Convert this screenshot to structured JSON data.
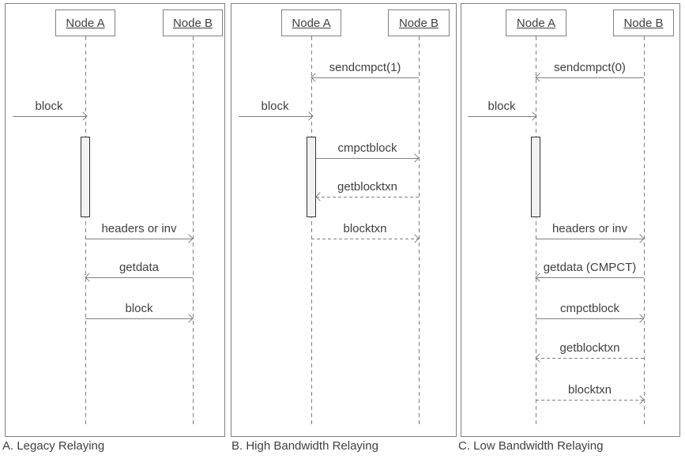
{
  "colors": {
    "line": "#808080",
    "text": "#404040",
    "activation_fill": "#f2f2f2",
    "activation_border": "#333333",
    "background": "#ffffff"
  },
  "diagram": {
    "panels": [
      {
        "caption": "A. Legacy Relaying",
        "nodes": [
          {
            "label": "Node A"
          },
          {
            "label": "Node B"
          }
        ],
        "messages": [
          {
            "label": "block",
            "from": "external",
            "to": "Node A",
            "line": "solid"
          },
          {
            "label": "headers or inv",
            "from": "Node A",
            "to": "Node B",
            "line": "solid"
          },
          {
            "label": "getdata",
            "from": "Node B",
            "to": "Node A",
            "line": "solid"
          },
          {
            "label": "block",
            "from": "Node A",
            "to": "Node B",
            "line": "solid"
          }
        ]
      },
      {
        "caption": "B. High Bandwidth Relaying",
        "nodes": [
          {
            "label": "Node A"
          },
          {
            "label": "Node B"
          }
        ],
        "messages": [
          {
            "label": "sendcmpct(1)",
            "from": "Node B",
            "to": "Node A",
            "line": "solid"
          },
          {
            "label": "block",
            "from": "external",
            "to": "Node A",
            "line": "solid"
          },
          {
            "label": "cmpctblock",
            "from": "Node A",
            "to": "Node B",
            "line": "solid"
          },
          {
            "label": "getblocktxn",
            "from": "Node B",
            "to": "Node A",
            "line": "dashed"
          },
          {
            "label": "blocktxn",
            "from": "Node A",
            "to": "Node B",
            "line": "dashed"
          }
        ]
      },
      {
        "caption": "C. Low Bandwidth Relaying",
        "nodes": [
          {
            "label": "Node A"
          },
          {
            "label": "Node B"
          }
        ],
        "messages": [
          {
            "label": "sendcmpct(0)",
            "from": "Node B",
            "to": "Node A",
            "line": "solid"
          },
          {
            "label": "block",
            "from": "external",
            "to": "Node A",
            "line": "solid"
          },
          {
            "label": "headers or inv",
            "from": "Node A",
            "to": "Node B",
            "line": "solid"
          },
          {
            "label": "getdata (CMPCT)",
            "from": "Node B",
            "to": "Node A",
            "line": "solid"
          },
          {
            "label": "cmpctblock",
            "from": "Node A",
            "to": "Node B",
            "line": "solid"
          },
          {
            "label": "getblocktxn",
            "from": "Node B",
            "to": "Node A",
            "line": "dashed"
          },
          {
            "label": "blocktxn",
            "from": "Node A",
            "to": "Node B",
            "line": "dashed"
          }
        ]
      }
    ]
  }
}
